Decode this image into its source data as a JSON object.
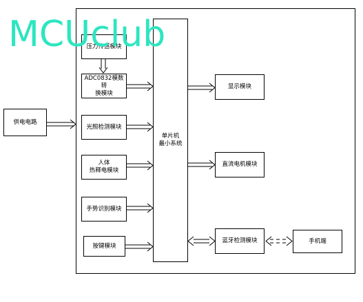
{
  "watermark": "MCUclub",
  "blocks": {
    "power": "供电电路",
    "pressure": "压力传感模块",
    "adc": "ADC0832模数转\n换模块",
    "light": "光照检测模块",
    "pir": "人体\n热释电模块",
    "gesture": "手势识别模块",
    "keys": "按键模块",
    "mcu": "单片机\n最小系统",
    "display": "显示模块",
    "motor": "直流电机模块",
    "bluetooth": "蓝牙检测模块",
    "phone": "手机端"
  }
}
